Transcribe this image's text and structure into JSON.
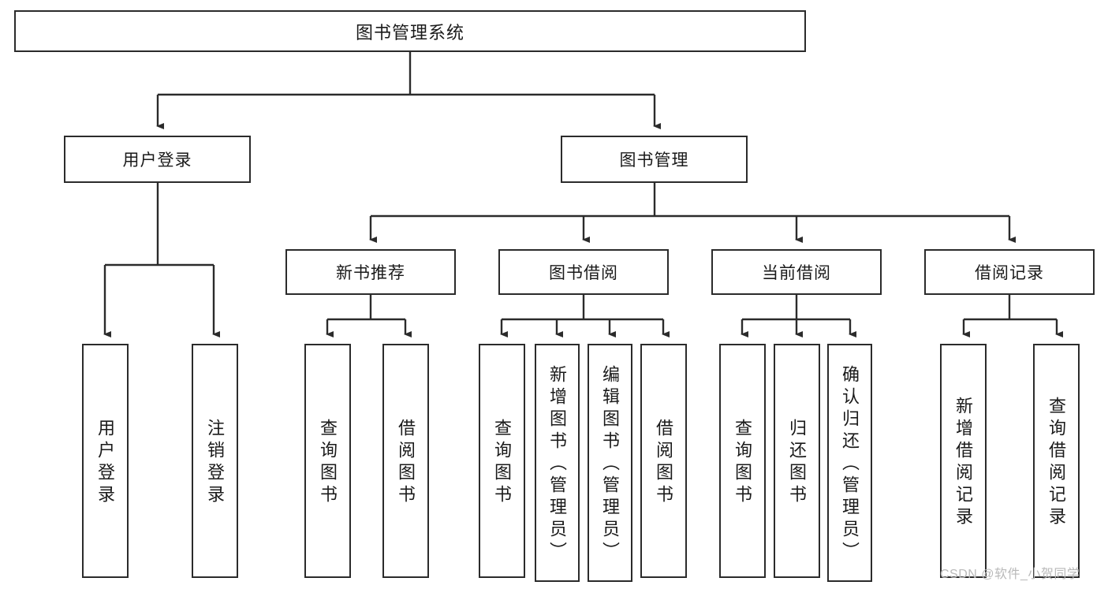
{
  "diagram": {
    "title": "图书管理系统",
    "type": "tree",
    "orientation": "top-down",
    "colors": {
      "box_border": "#2b2b2b",
      "box_fill": "#ffffff",
      "connector": "#2b2b2b",
      "text": "#1a1a1a",
      "watermark": "#b9b9b9",
      "background": "#ffffff"
    },
    "root": {
      "label": "图书管理系统"
    },
    "level2": [
      {
        "id": "user-login",
        "label": "用户登录"
      },
      {
        "id": "book-manage",
        "label": "图书管理"
      }
    ],
    "level3": [
      {
        "id": "new-book-rec",
        "label": "新书推荐"
      },
      {
        "id": "book-borrow",
        "label": "图书借阅"
      },
      {
        "id": "current-borrow",
        "label": "当前借阅"
      },
      {
        "id": "borrow-record",
        "label": "借阅记录"
      }
    ],
    "leaves": [
      {
        "id": "leaf-user-login",
        "parent": "user-login",
        "label": "用户登录"
      },
      {
        "id": "leaf-logout",
        "parent": "user-login",
        "label": "注销登录"
      },
      {
        "id": "leaf-query-book-1",
        "parent": "new-book-rec",
        "label": "查询图书"
      },
      {
        "id": "leaf-borrow-book-1",
        "parent": "new-book-rec",
        "label": "借阅图书"
      },
      {
        "id": "leaf-query-book-2",
        "parent": "book-borrow",
        "label": "查询图书"
      },
      {
        "id": "leaf-add-book",
        "parent": "book-borrow",
        "label": "新增图书（管理员）"
      },
      {
        "id": "leaf-edit-book",
        "parent": "book-borrow",
        "label": "编辑图书（管理员）"
      },
      {
        "id": "leaf-borrow-book-2",
        "parent": "book-borrow",
        "label": "借阅图书"
      },
      {
        "id": "leaf-query-book-3",
        "parent": "current-borrow",
        "label": "查询图书"
      },
      {
        "id": "leaf-return-book",
        "parent": "current-borrow",
        "label": "归还图书"
      },
      {
        "id": "leaf-confirm-return",
        "parent": "current-borrow",
        "label": "确认归还（管理员）"
      },
      {
        "id": "leaf-add-record",
        "parent": "borrow-record",
        "label": "新增借阅记录"
      },
      {
        "id": "leaf-query-record",
        "parent": "borrow-record",
        "label": "查询借阅记录"
      }
    ],
    "watermark": "CSDN @软件_小贺同学"
  }
}
